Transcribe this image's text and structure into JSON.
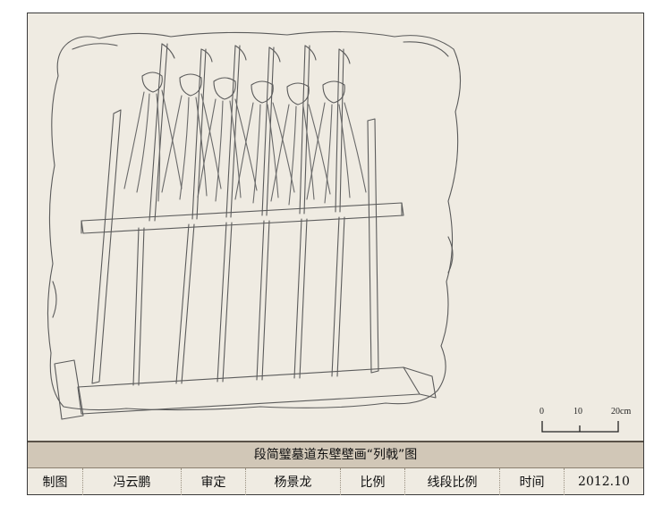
{
  "caption": "段简璧墓道东壁壁画“列戟”图",
  "scale": {
    "labels": [
      "0",
      "10",
      "20cm"
    ]
  },
  "info": [
    {
      "key": "制图",
      "value": "冯云鹏"
    },
    {
      "key": "审定",
      "value": "杨景龙"
    },
    {
      "key": "比例",
      "value": "线段比例"
    },
    {
      "key": "时间",
      "value": "2012.10"
    }
  ]
}
